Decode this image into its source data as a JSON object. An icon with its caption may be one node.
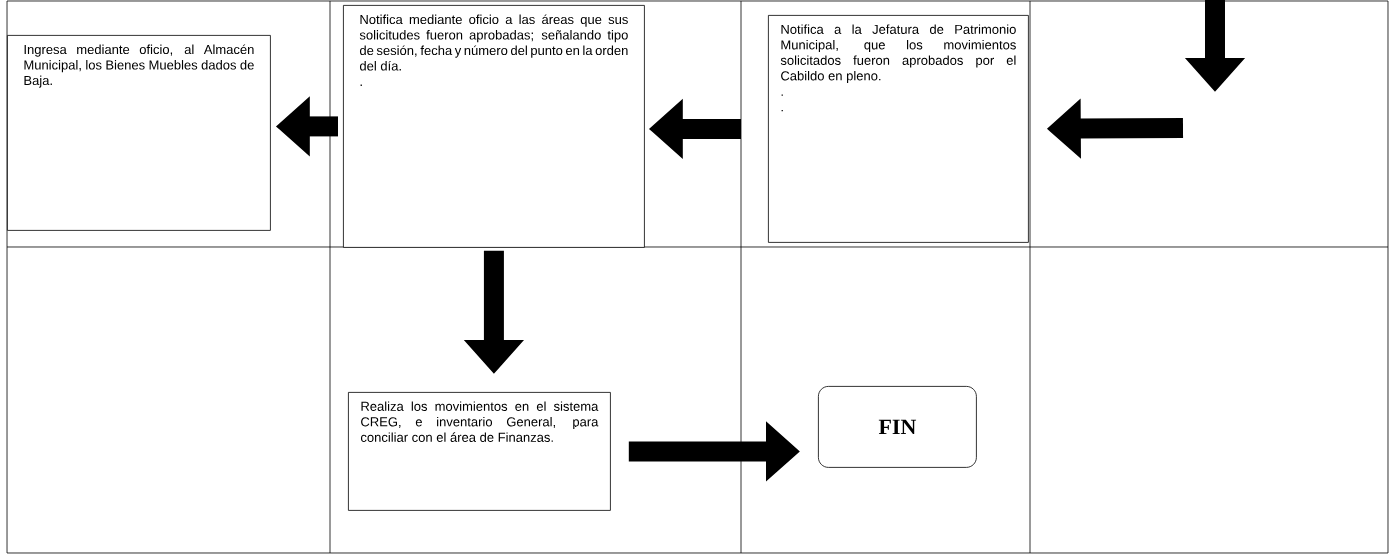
{
  "diagram": {
    "nodes": [
      {
        "text": [
          "Ingresa mediante oficio, al Almacén Municipal, los Bienes Muebles dados de Baja."
        ]
      },
      {
        "text": [
          "Notifica mediante oficio a las áreas que sus solicitudes fueron aprobadas; señalando tipo de sesión, fecha y número del punto en la orden del día.",
          "."
        ]
      },
      {
        "text": [
          "Notifica a la Jefatura de Patrimonio Municipal, que los movimientos solicitados fueron aprobados por el Cabildo en pleno.",
          ".",
          "."
        ]
      },
      {
        "text": [
          "Realiza los movimientos en el sistema CREG, e inventario General, para conciliar con el área de Finanzas."
        ]
      },
      {
        "text": [
          "FIN"
        ]
      }
    ],
    "edges": [
      {
        "from": null,
        "to": 2,
        "arrow": "to"
      },
      {
        "from": 2,
        "to": 1,
        "arrow": "to"
      },
      {
        "from": 1,
        "to": 0,
        "arrow": "to"
      },
      {
        "from": 1,
        "to": 3,
        "arrow": "to"
      },
      {
        "from": 3,
        "to": 4,
        "arrow": "to"
      }
    ]
  }
}
